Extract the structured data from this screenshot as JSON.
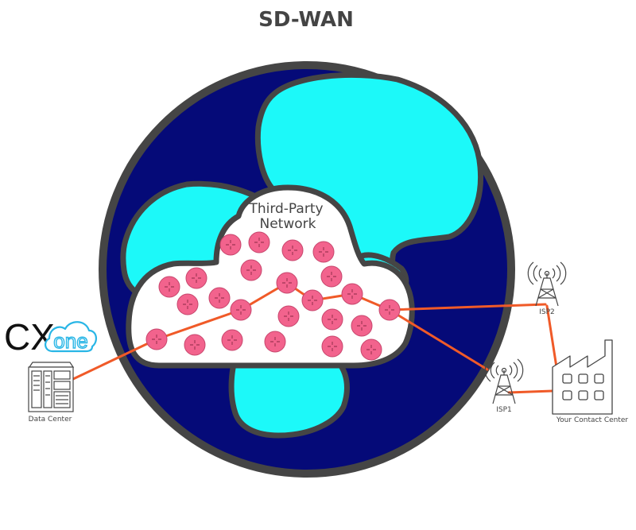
{
  "title": "SD-WAN",
  "cloud": {
    "label_line1": "Third-Party",
    "label_line2": "Network"
  },
  "brand": {
    "cx": "CX",
    "one": "one"
  },
  "labels": {
    "data_center": "Data Center",
    "isp1": "ISP1",
    "isp2": "ISP2",
    "contact_center": "Your Contact Center"
  },
  "colors": {
    "ocean": "#050a78",
    "land": "#1cf9f9",
    "outline": "#454545",
    "router": "#f2638d",
    "link": "#f05a28",
    "cloud": "#ffffff",
    "brand_blue": "#29b6e6"
  },
  "icons": [
    "data-center-icon",
    "isp1-tower-icon",
    "isp2-tower-icon",
    "factory-icon",
    "router-icon",
    "cxone-logo"
  ]
}
